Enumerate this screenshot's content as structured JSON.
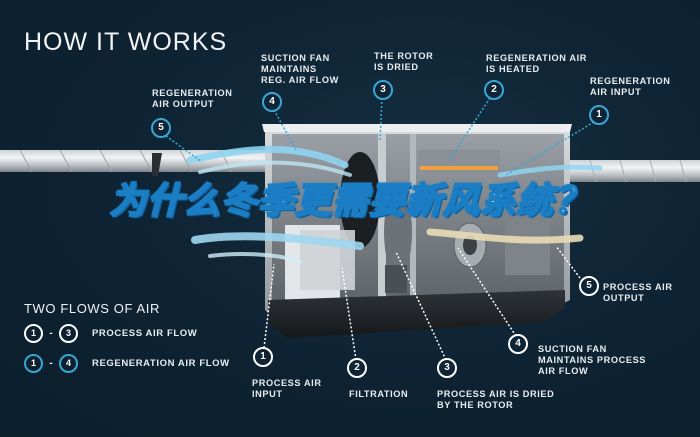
{
  "heading": "HOW IT WORKS",
  "overlay_title": "为什么冬季更需要新风系统？",
  "colors": {
    "background": "#0f2434",
    "regeneration_accent": "#3aa6d6",
    "process_accent": "#ffffff",
    "overlay_stroke": "#1b7ec4",
    "heated_air": "#f0a040",
    "process_air_stream": "#e9dcb6",
    "regen_air_stream": "#8fd3f0"
  },
  "top_callouts": [
    {
      "number": "5",
      "label": "REGENERATION\nAIR OUTPUT",
      "flow": "regeneration"
    },
    {
      "number": "4",
      "label": "SUCTION FAN\nMAINTAINS\nREG. AIR FLOW",
      "flow": "regeneration"
    },
    {
      "number": "3",
      "label": "THE ROTOR\nIS DRIED",
      "flow": "regeneration"
    },
    {
      "number": "2",
      "label": "REGENERATION AIR\nIS HEATED",
      "flow": "regeneration"
    },
    {
      "number": "1",
      "label": "REGENERATION\nAIR INPUT",
      "flow": "regeneration"
    }
  ],
  "bottom_callouts": [
    {
      "number": "1",
      "label": "PROCESS AIR\nINPUT",
      "flow": "process"
    },
    {
      "number": "2",
      "label": "FILTRATION",
      "flow": "process"
    },
    {
      "number": "3",
      "label": "PROCESS AIR IS DRIED\nBY THE ROTOR",
      "flow": "process"
    },
    {
      "number": "4",
      "label": "SUCTION FAN\nMAINTAINS PROCESS\nAIR FLOW",
      "flow": "process"
    },
    {
      "number": "5",
      "label": "PROCESS AIR\nOUTPUT",
      "flow": "process"
    }
  ],
  "legend": {
    "title": "TWO FLOWS OF AIR",
    "rows": [
      {
        "from": "1",
        "dash": "-",
        "to": "3",
        "label": "PROCESS AIR FLOW"
      },
      {
        "from": "1",
        "dash": "-",
        "to": "4",
        "label": "REGENERATION AIR FLOW"
      }
    ]
  }
}
